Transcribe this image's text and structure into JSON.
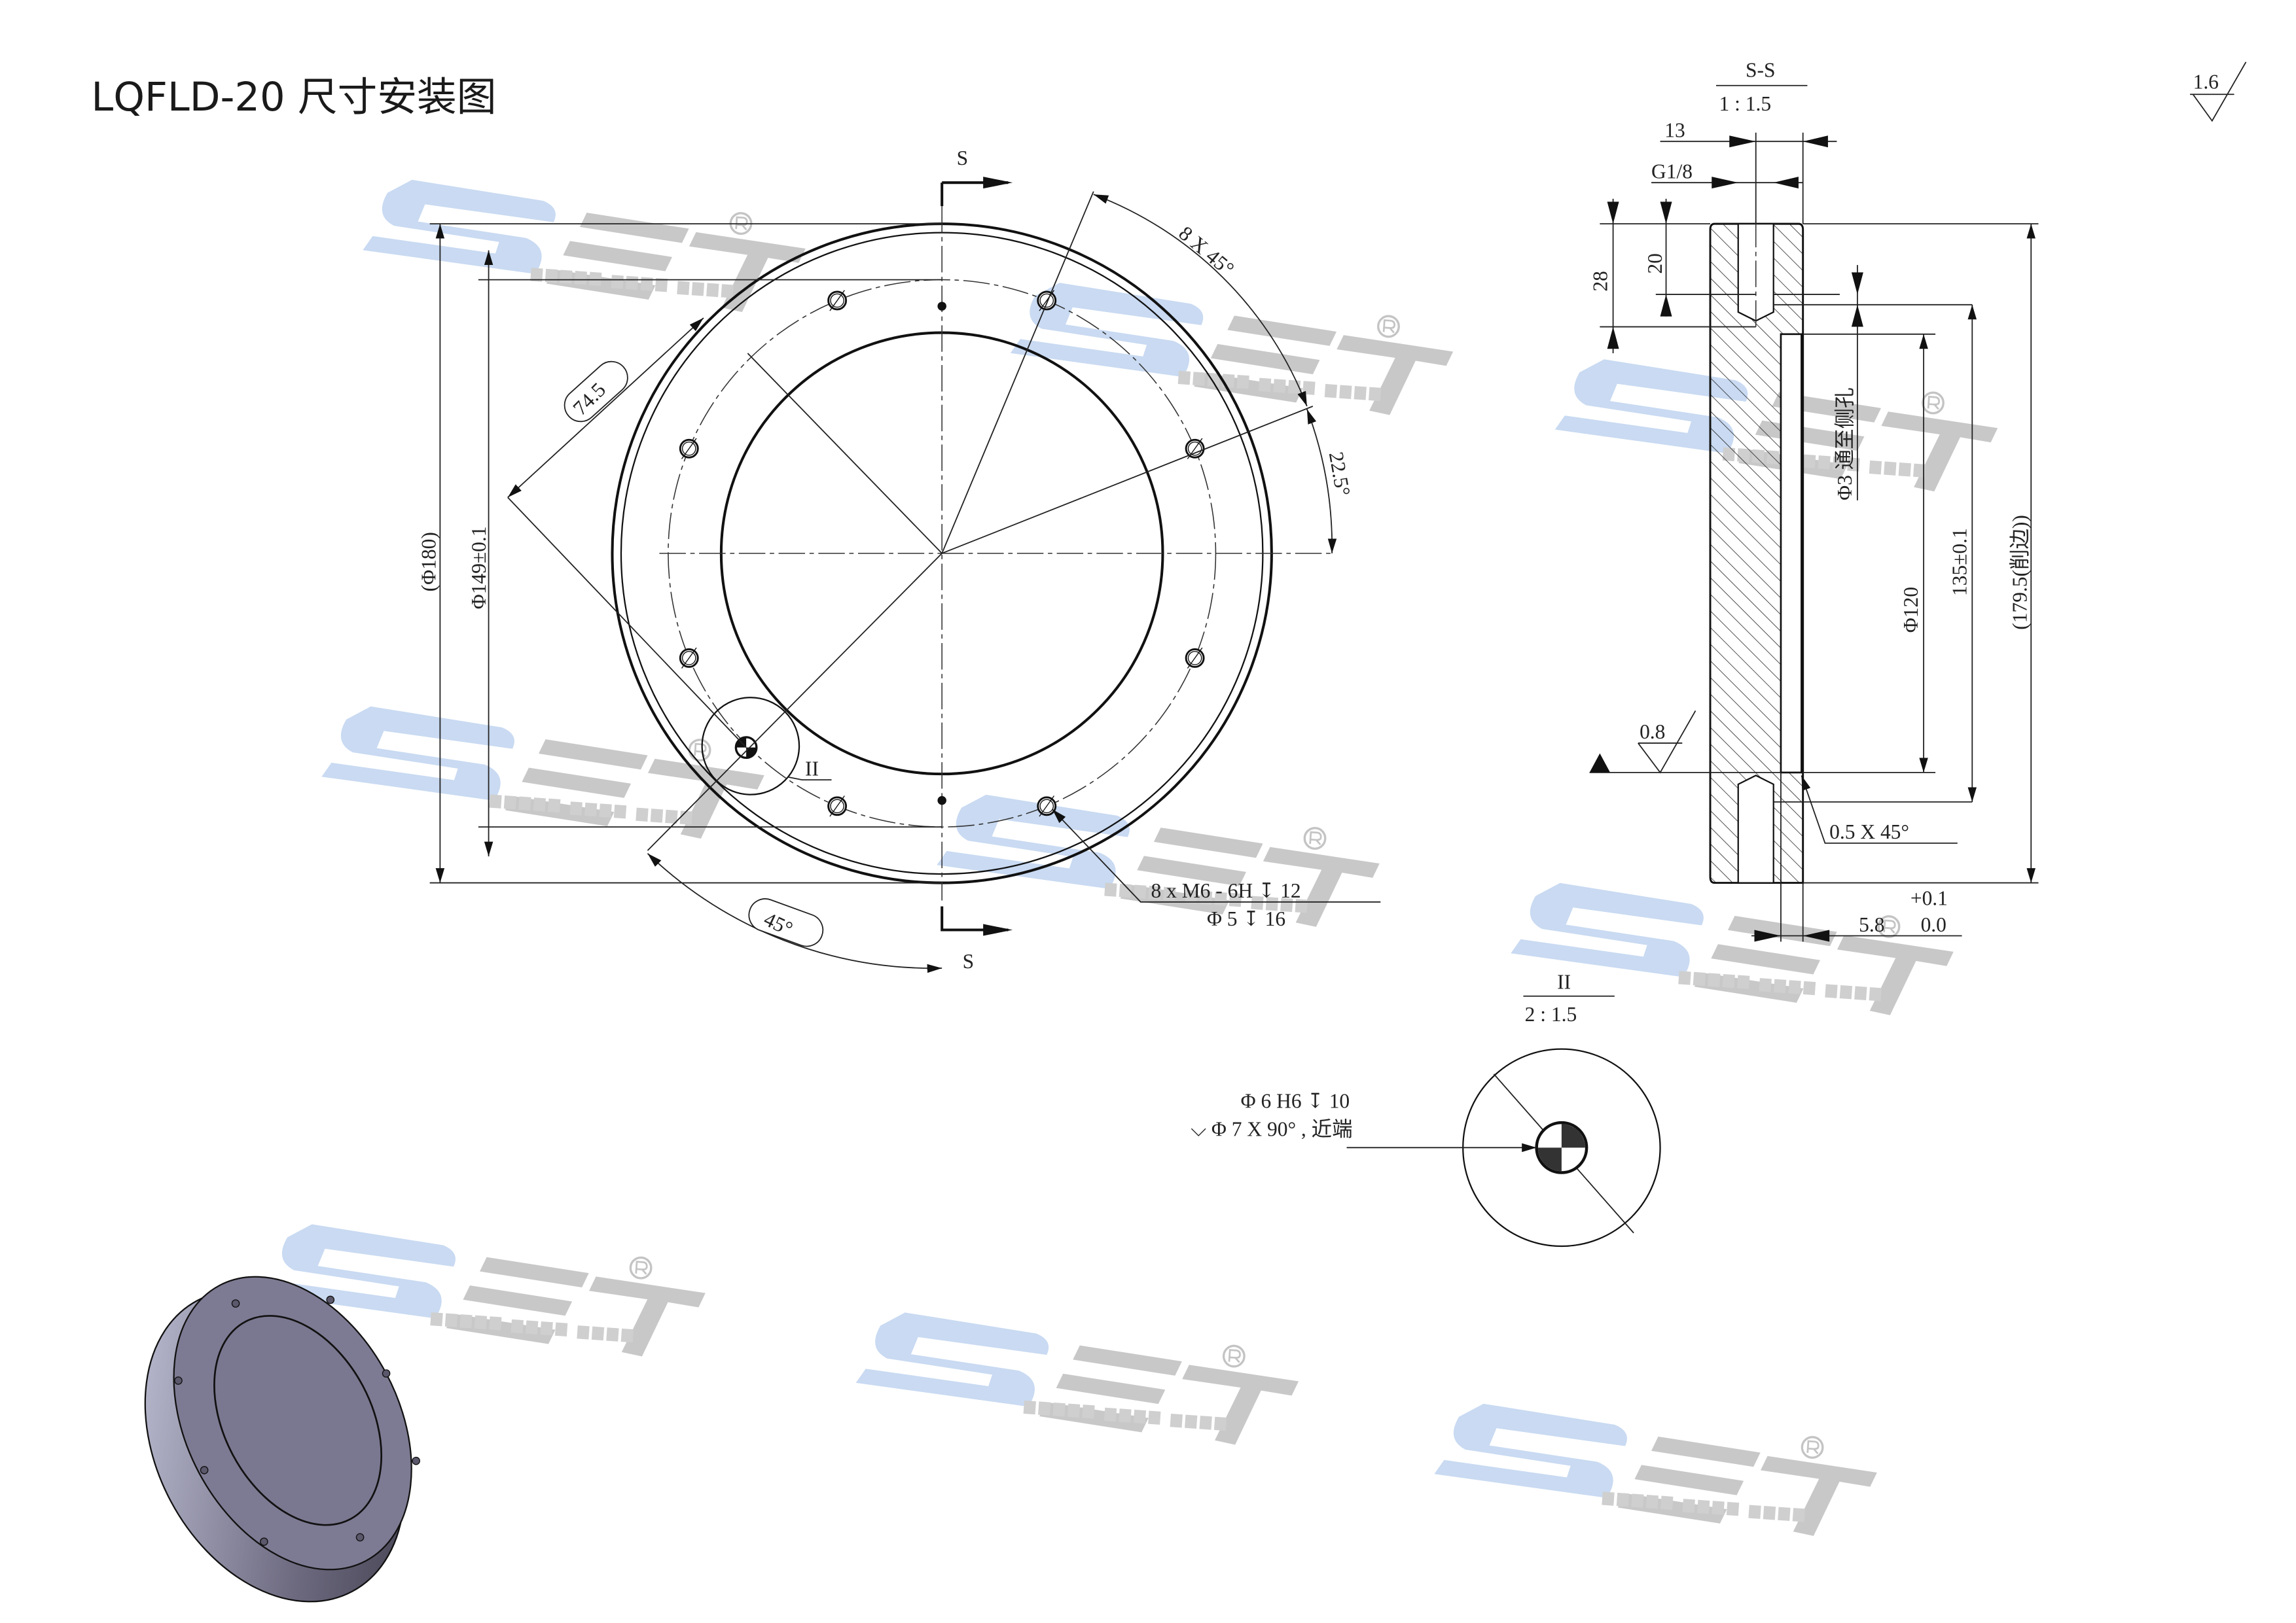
{
  "title": "LQFLD-20 尺寸安装图",
  "roughness": {
    "general": "1.6",
    "section_face": "0.8"
  },
  "front_view": {
    "section_mark_top": "S",
    "section_mark_bottom": "S",
    "dim_outer_dia": "(Φ180)",
    "dim_bolt_circle": "Φ149±0.1",
    "dim_radius": "74.5",
    "dim_angle_spacing": "8 X 45°",
    "dim_angle_offset": "22.5°",
    "dim_angle_pin": "45°",
    "detail_label": "II",
    "thread_note_line1": "8 x M6 - 6H ↧ 12",
    "thread_note_line2": "Φ 5 ↧ 16"
  },
  "section_view": {
    "title": "S-S",
    "scale": "1 : 1.5",
    "dim_13": "13",
    "dim_thread": "G1/8",
    "dim_28": "28",
    "dim_20": "20",
    "hole_note": "Φ3 通至侧孔",
    "dim_bore": "Φ120",
    "dim_135": "135±0.1",
    "dim_height": "(179.5(削边))",
    "chamfer": "0.5 X 45°",
    "dim_depth": "5.8",
    "tol_upper": "+0.1",
    "tol_lower": "0.0"
  },
  "detail_view": {
    "title": "II",
    "scale": "2 : 1.5",
    "note_line1": "Φ 6 H6 ↧ 10",
    "note_line2": "⌵ Φ 7 X 90° , 近端"
  },
  "watermark": {
    "text": "SPEED EASY TECH",
    "logo": "SET",
    "reg": "®",
    "color_blue": "#c9daf2",
    "color_gray": "#c8c8c8"
  },
  "render_color": "#7d7a93"
}
